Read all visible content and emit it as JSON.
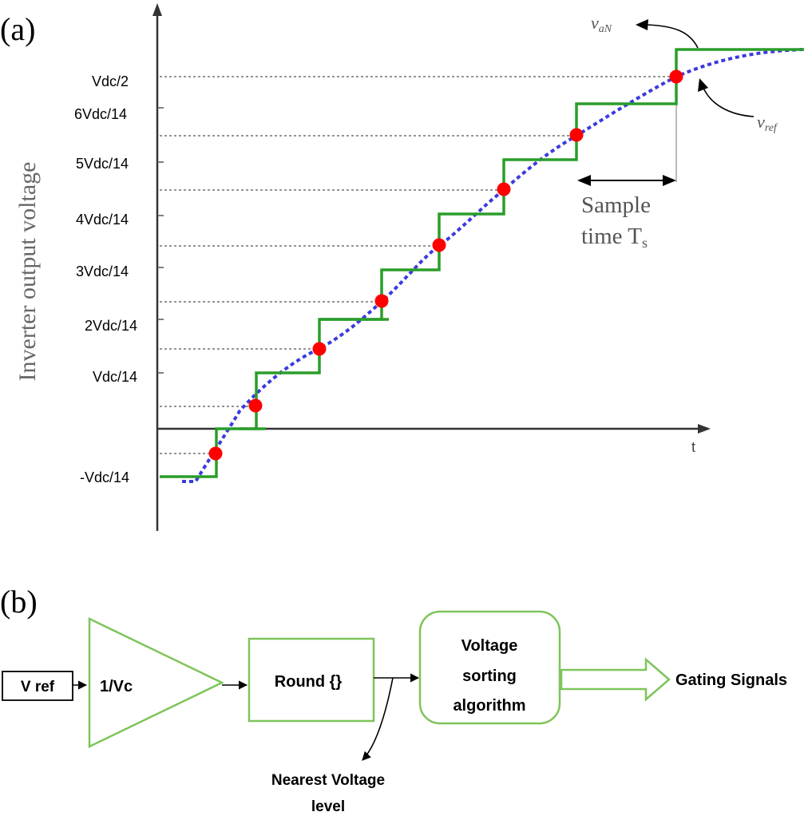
{
  "panel_a": {
    "label": "(a)",
    "ylabel": "Inverter output voltage",
    "xlabel": "t",
    "levels": [
      "-Vdc/14",
      "Vdc/14",
      "2Vdc/14",
      "3Vdc/14",
      "4Vdc/14",
      "5Vdc/14",
      "6Vdc/14",
      "Vdc/2"
    ],
    "van_label": {
      "base": "v",
      "sub": "aN"
    },
    "vref_label": {
      "base": "v",
      "sub": "ref"
    },
    "sample_time": {
      "line1": "Sample",
      "line2": "time T",
      "sub": "s"
    },
    "colors": {
      "staircase": "#2a9d2a",
      "reference": "#3a3adf",
      "samples": "#ff0000",
      "axis": "#333333"
    }
  },
  "panel_b": {
    "label": "(b)",
    "input": "V ref",
    "gain": "1/Vc",
    "round": "Round {}",
    "sorting": [
      "Voltage",
      "sorting",
      "algorithm"
    ],
    "output": "Gating Signals",
    "nearest": [
      "Nearest Voltage",
      "level"
    ],
    "colors": {
      "block": "#7ec45a"
    }
  }
}
